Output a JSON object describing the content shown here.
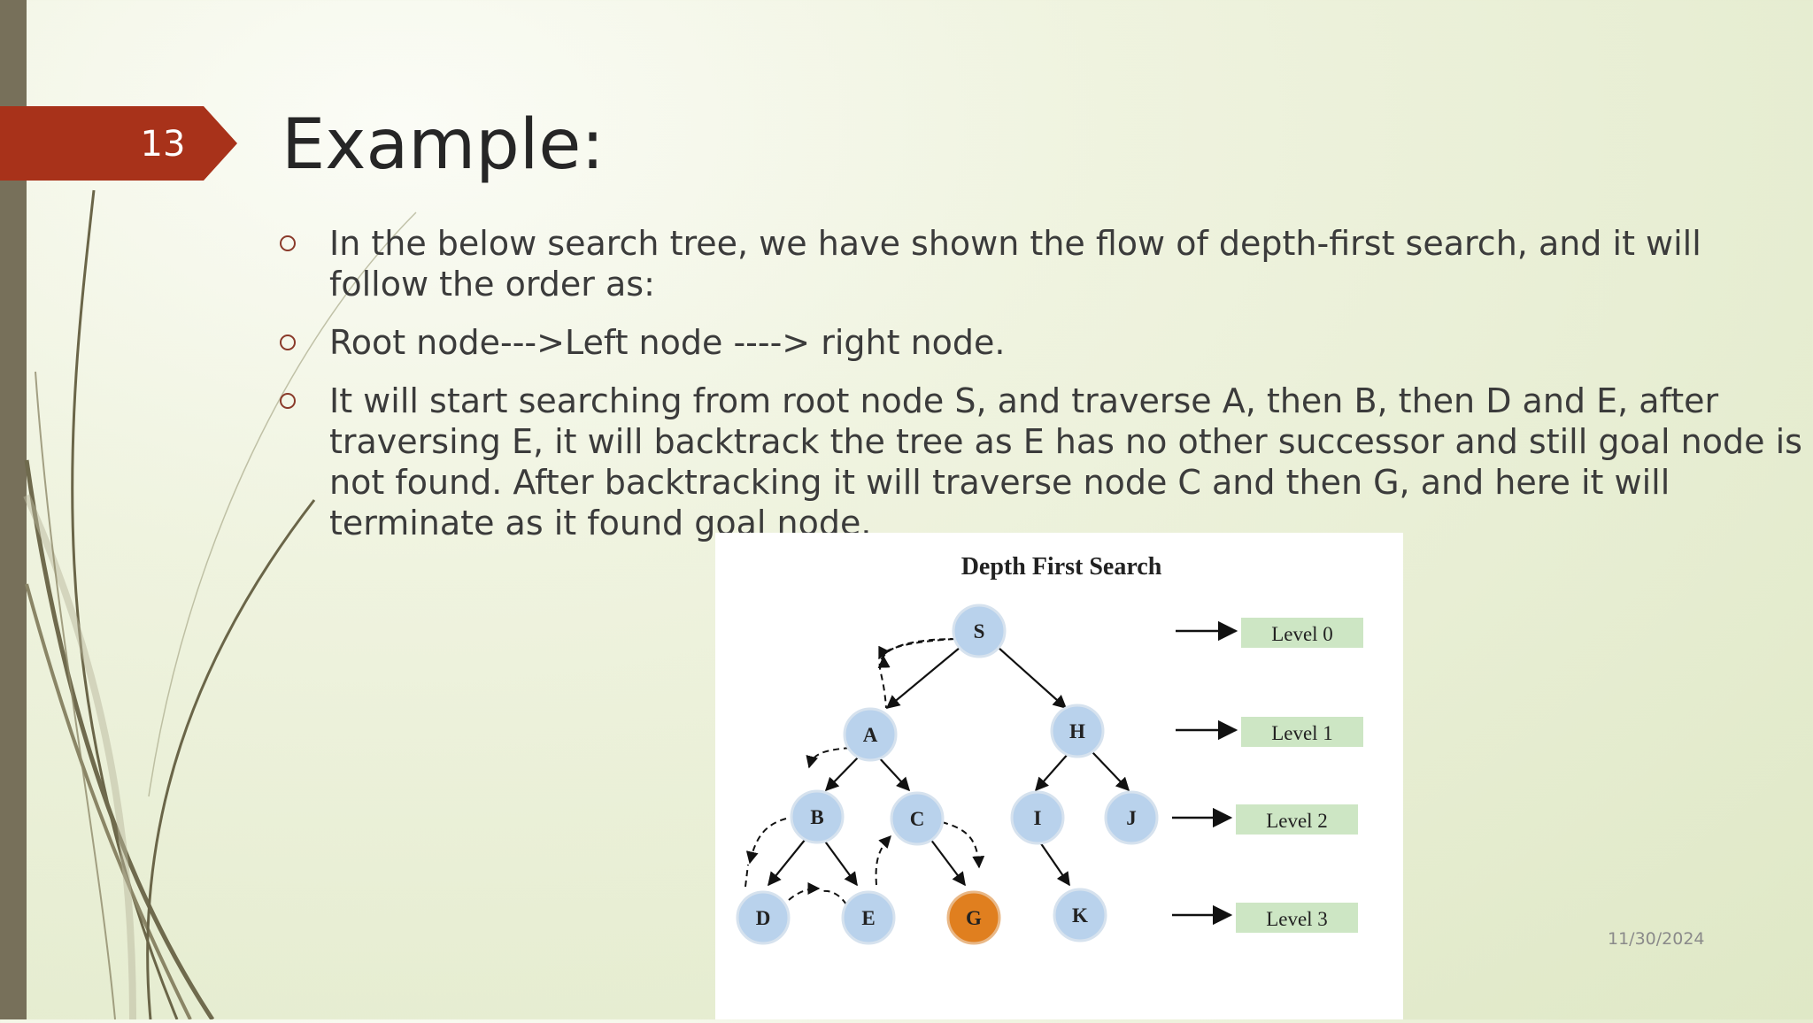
{
  "slide": {
    "number": "13",
    "title": "Example:",
    "date": "11/30/2024",
    "bullets": [
      {
        "text": "In the below search tree, we have shown the flow of depth-first search, and it will follow the order as:"
      },
      {
        "text": "Root node--->Left node ----> right node."
      },
      {
        "text": "It will start searching from root node S, and traverse A, then B, then D and E, after traversing E, it will backtrack the tree as E has no other successor and still goal node is not found. After backtracking it will traverse node C and then G, and here it will terminate as it found goal node."
      }
    ]
  },
  "figure": {
    "title": "Depth First Search",
    "nodes": [
      {
        "label": "S",
        "goal": false
      },
      {
        "label": "A",
        "goal": false
      },
      {
        "label": "H",
        "goal": false
      },
      {
        "label": "B",
        "goal": false
      },
      {
        "label": "C",
        "goal": false
      },
      {
        "label": "I",
        "goal": false
      },
      {
        "label": "J",
        "goal": false
      },
      {
        "label": "D",
        "goal": false
      },
      {
        "label": "E",
        "goal": false
      },
      {
        "label": "G",
        "goal": true
      },
      {
        "label": "K",
        "goal": false
      }
    ],
    "levels": [
      {
        "label": "Level 0"
      },
      {
        "label": "Level 1"
      },
      {
        "label": "Level 2"
      },
      {
        "label": "Level 3"
      }
    ],
    "colors": {
      "node": "#b9d2ec",
      "goal_node": "#e07f1f",
      "level_box": "#cde6c4"
    }
  }
}
